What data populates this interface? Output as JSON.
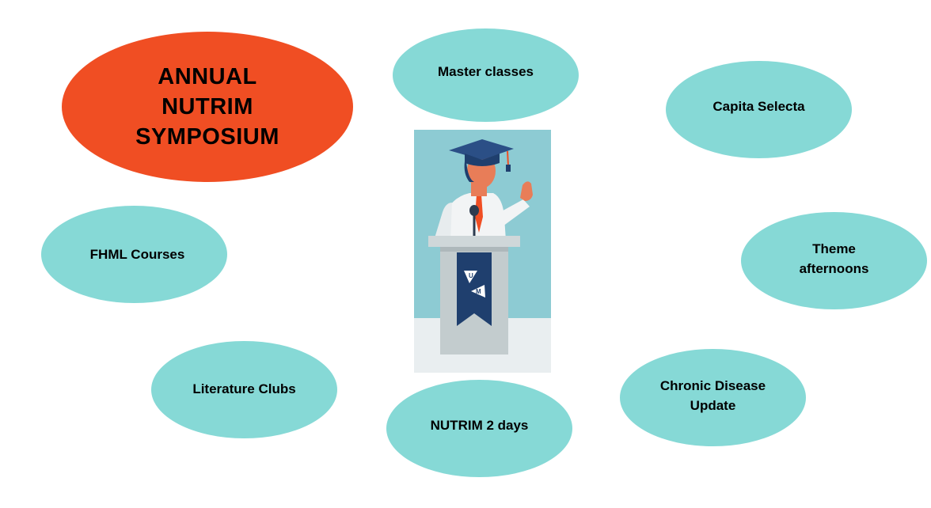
{
  "center_title": "ANNUAL\nNUTRIM\nSYMPOSIUM",
  "nodes": {
    "master_classes": "Master classes",
    "capita_selecta": "Capita Selecta",
    "fhml_courses": "FHML Courses",
    "theme_afternoons": "Theme\nafternoons",
    "literature_clubs": "Literature Clubs",
    "nutrim_2_days": "NUTRIM 2 days",
    "chronic_disease_update": "Chronic Disease\nUpdate"
  },
  "podium_logo": {
    "top_letter": "U",
    "bottom_letter": "M"
  },
  "colors": {
    "bubble": "#86d9d6",
    "title_bubble": "#f04e23",
    "podium_banner": "#1f3f6e",
    "backdrop": "#8dcbd3"
  },
  "icons": {
    "illustration": "graduate-speaker-at-podium-illustration"
  }
}
